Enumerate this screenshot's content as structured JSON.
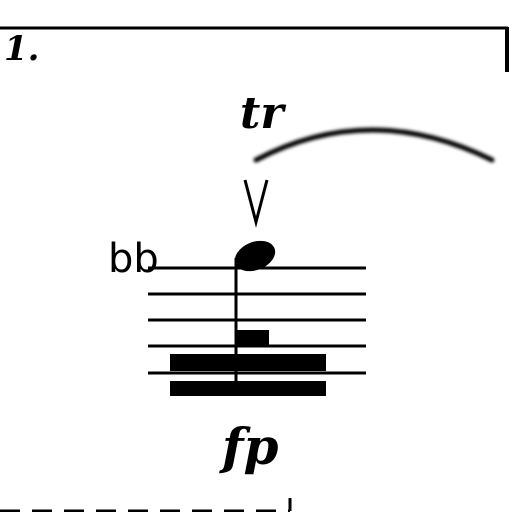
{
  "volta": {
    "label": "1."
  },
  "ornament": {
    "trill": "tr"
  },
  "articulation": {
    "symbol": "V"
  },
  "accidentals": {
    "text": "bb"
  },
  "dynamics": {
    "text": "fp"
  },
  "colors": {
    "ink": "#000000",
    "background": "#ffffff"
  }
}
